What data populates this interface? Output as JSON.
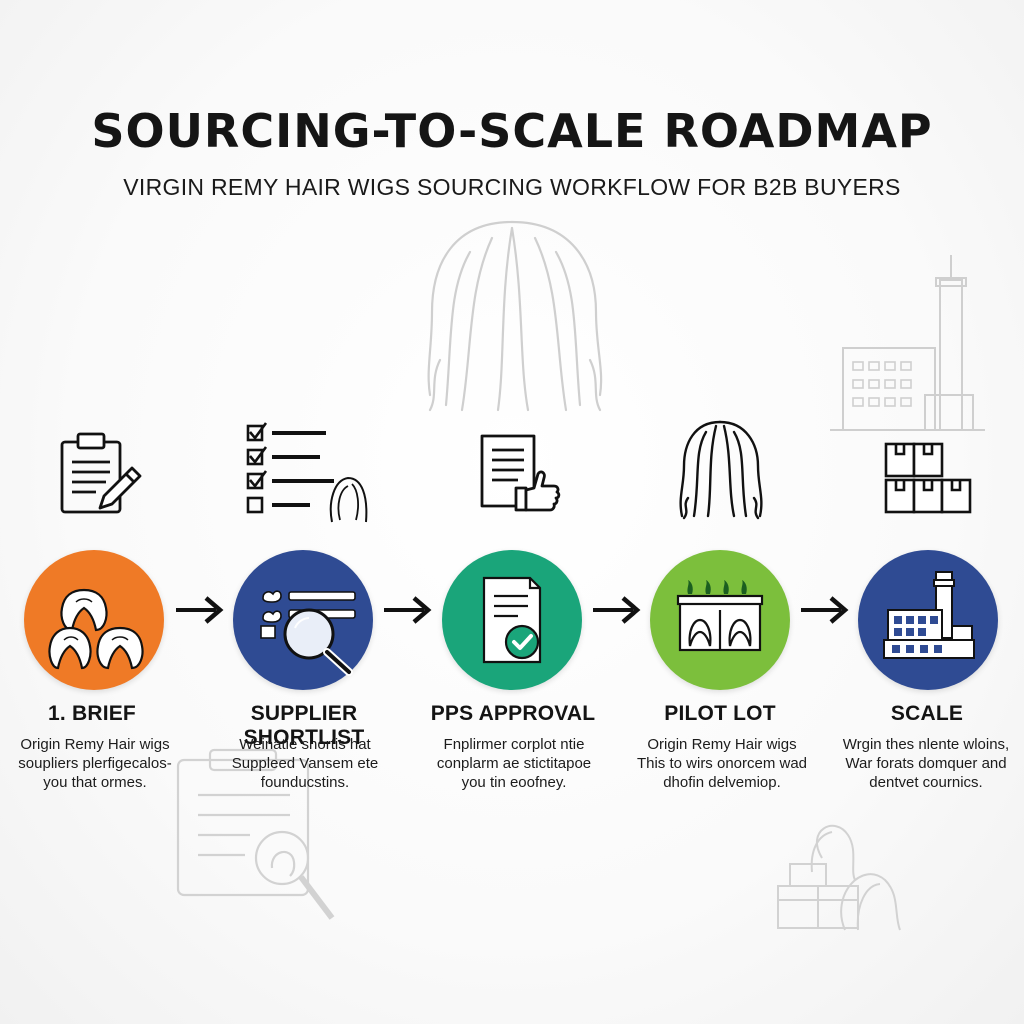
{
  "header": {
    "title": "SOURCING-TO-SCALE ROADMAP",
    "subtitle": "VIRGIN REMY HAIR WIGS SOURCING WORKFLOW FOR B2B BUYERS"
  },
  "colors": {
    "step1": "#ef7a26",
    "step2": "#2f4b93",
    "step3": "#1aa57a",
    "step4": "#7cbf3c",
    "step5": "#2f4b93",
    "check": "#1aa57a",
    "text": "#141414"
  },
  "steps": [
    {
      "title": "1. BRIEF",
      "description": [
        "Origin Remy Hair wigs",
        "soupliers plerfigecalos-",
        "you that ormes."
      ],
      "top_icon": "clipboard-pen-icon",
      "circle_icon": "wig-group-icon"
    },
    {
      "title": "SUPPLIER SHORTLIST",
      "description": [
        "Weinatie shortis hat",
        "Suppleed Vansem ete",
        "founducstins."
      ],
      "top_icon": "checklist-wig-icon",
      "circle_icon": "list-magnifier-icon"
    },
    {
      "title": "PPS APPROVAL",
      "description": [
        "Fnplirmer corplot ntie",
        "conplarm ae stictitapoe",
        "you tin eoofney."
      ],
      "top_icon": "document-thumbs-up-icon",
      "circle_icon": "document-check-icon"
    },
    {
      "title": "PILOT LOT",
      "description": [
        "Origin Remy Hair wigs",
        "This to wirs onorcem wad",
        "dhofin delvemiop."
      ],
      "top_icon": "wig-icon",
      "circle_icon": "storefront-wigs-icon"
    },
    {
      "title": "SCALE",
      "description": [
        "Wrgin thes nlente wloins,",
        "War forats domquer and",
        "dentvet cournics."
      ],
      "top_icon": "boxes-icon",
      "circle_icon": "factory-icon"
    }
  ]
}
